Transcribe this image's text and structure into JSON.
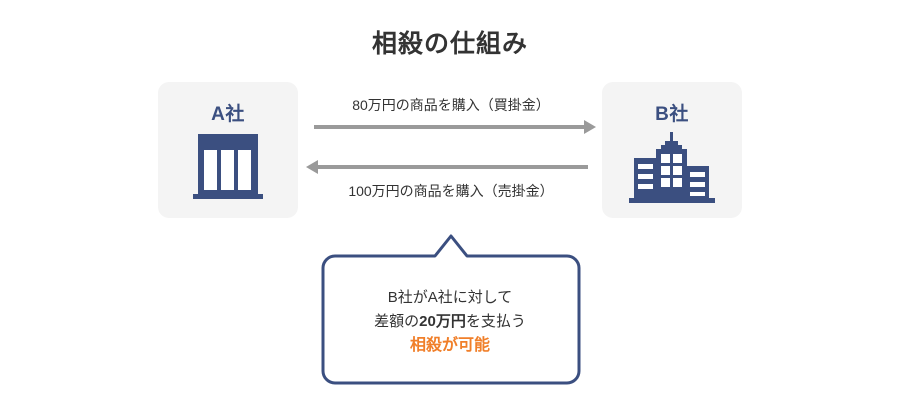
{
  "page": {
    "title": "相殺の仕組み",
    "background_color": "#ffffff"
  },
  "colors": {
    "navy": "#3b4f80",
    "box_background": "#f4f4f4",
    "arrow_gray": "#9a9a9a",
    "text_dark": "#333333",
    "highlight_orange": "#f07f2a"
  },
  "companies": [
    {
      "id": "company-a",
      "label": "A社",
      "icon": "office-building-columns-icon"
    },
    {
      "id": "company-b",
      "label": "B社",
      "icon": "city-buildings-icon"
    }
  ],
  "flows": [
    {
      "id": "flow-purchase-payable",
      "label": "80万円の商品を購入（買掛金）",
      "amount": "80万円",
      "account": "買掛金",
      "direction": "right",
      "from": "A社",
      "to": "B社"
    },
    {
      "id": "flow-purchase-receivable",
      "label": "100万円の商品を購入（売掛金）",
      "amount": "100万円",
      "account": "売掛金",
      "direction": "left",
      "from": "B社",
      "to": "A社"
    }
  ],
  "bubble": {
    "line1": "B社がA社に対して",
    "line2_prefix": "差額の",
    "line2_amount": "20万円",
    "line2_suffix": "を支払う",
    "line3": "相殺が可能"
  }
}
